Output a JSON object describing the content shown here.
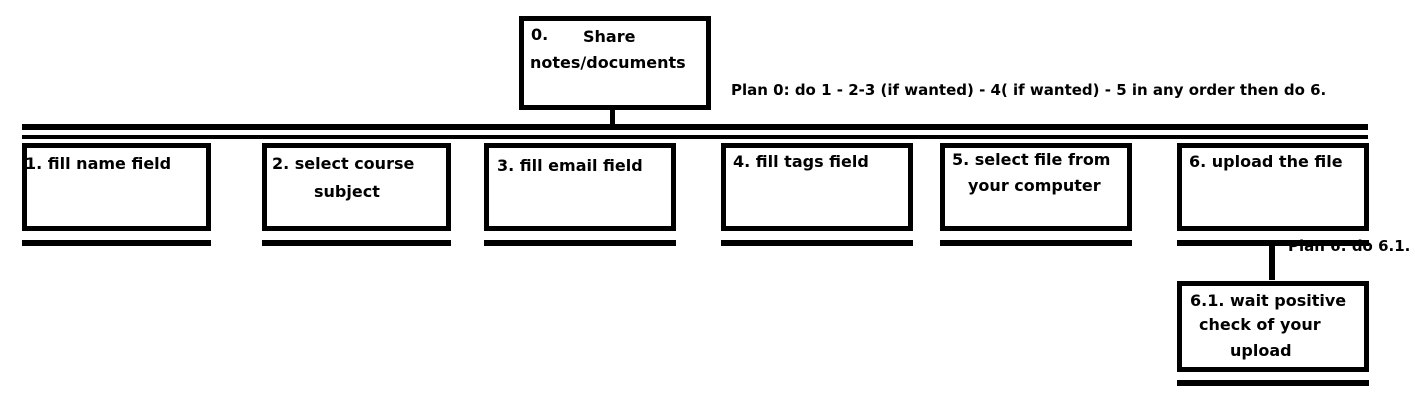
{
  "root": {
    "number": "0.",
    "line1": "Share",
    "line2": "notes/documents"
  },
  "plan0": "Plan 0: do 1 - 2-3 (if wanted) - 4( if wanted) - 5 in any order then do 6.",
  "plan6": "Plan 6: do 6.1.",
  "tasks": [
    {
      "line1": "1. fill name field",
      "line2": ""
    },
    {
      "line1": "2. select course",
      "line2": "subject"
    },
    {
      "line1": "3. fill email field",
      "line2": ""
    },
    {
      "line1": "4. fill tags field",
      "line2": ""
    },
    {
      "line1": "5. select file from",
      "line2": "your computer"
    },
    {
      "line1": "6. upload the file",
      "line2": ""
    }
  ],
  "subtask": {
    "line1": "6.1. wait positive",
    "line2": "check of your",
    "line3": "upload"
  }
}
